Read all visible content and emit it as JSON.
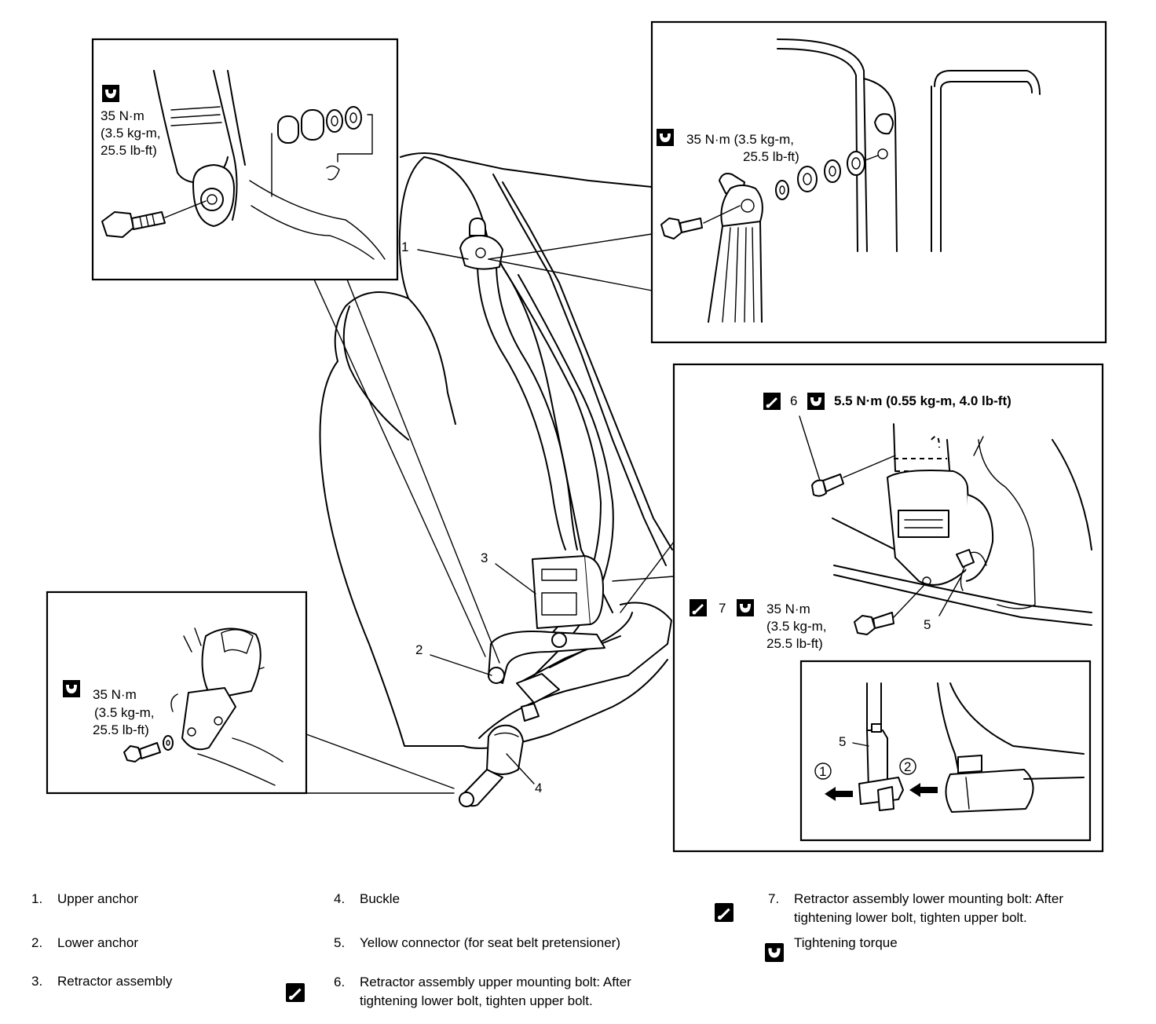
{
  "callouts": {
    "c1": "1",
    "c2": "2",
    "c3": "3",
    "c4": "4",
    "c5": "5",
    "c6": "6",
    "c7": "7",
    "c5_inset": "5",
    "step1": "1",
    "step2": "2"
  },
  "torque_labels": {
    "upper_left": [
      "35 N·m",
      "(3.5 kg-m,",
      "25.5 lb-ft)"
    ],
    "upper_right": [
      "35 N·m (3.5 kg-m,",
      "25.5 lb-ft)"
    ],
    "bolt6": "5.5 N·m (0.55 kg-m, 4.0 lb-ft)",
    "bolt7": [
      "35 N·m",
      "(3.5 kg-m,",
      "25.5 lb-ft)"
    ],
    "lower_left": [
      "35 N·m",
      "(3.5 kg-m,",
      "25.5 lb-ft)"
    ]
  },
  "legend": [
    {
      "num": "1.",
      "text": [
        "Upper anchor"
      ]
    },
    {
      "num": "2.",
      "text": [
        "Lower anchor"
      ]
    },
    {
      "num": "3.",
      "text": [
        "Retractor assembly"
      ]
    },
    {
      "num": "4.",
      "text": [
        "Buckle"
      ]
    },
    {
      "num": "5.",
      "text": [
        "Yellow connector (for seat belt pretensioner)"
      ]
    },
    {
      "num": "6.",
      "text": [
        "Retractor assembly upper mounting bolt: After",
        "tightening lower bolt, tighten upper bolt."
      ]
    },
    {
      "num": "7.",
      "text": [
        "Retractor assembly lower mounting bolt: After",
        "tightening lower bolt, tighten upper bolt."
      ]
    }
  ],
  "legend_torque": "Tightening torque",
  "icons": {
    "torque": "torque-wrench-icon",
    "sequence": "tightening-sequence-icon"
  }
}
